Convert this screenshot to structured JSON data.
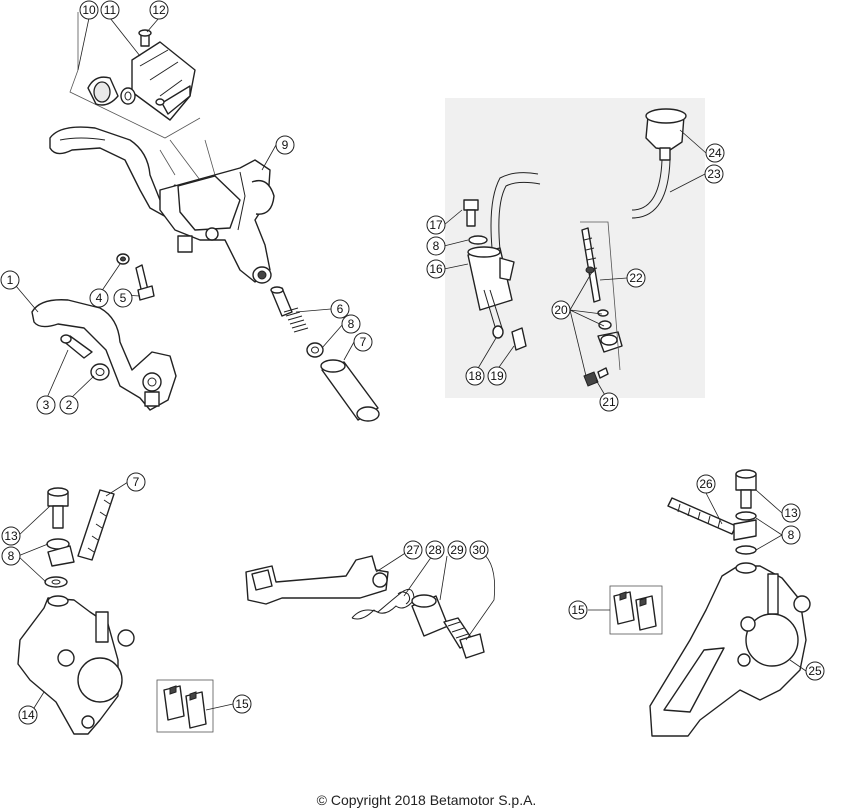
{
  "callouts": [
    "1",
    "2",
    "3",
    "4",
    "5",
    "6",
    "7",
    "8",
    "9",
    "10",
    "11",
    "12",
    "13",
    "14",
    "15",
    "16",
    "17",
    "18",
    "19",
    "20",
    "21",
    "22",
    "23",
    "24",
    "25",
    "26",
    "27",
    "28",
    "29",
    "30"
  ],
  "copyright": "© Copyright 2018 Betamotor S.p.A."
}
